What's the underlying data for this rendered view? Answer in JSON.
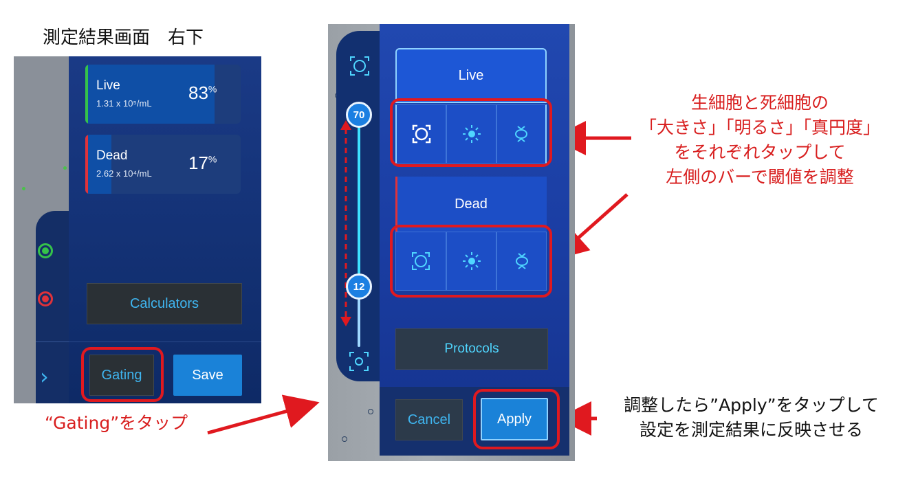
{
  "captions": {
    "left_title": "測定結果画面　右下",
    "gating_instruction": "“Gating”をタップ",
    "threshold_instruction": [
      "生細胞と死細胞の",
      "「大きさ」「明るさ」「真円度」",
      "をそれぞれタップして",
      "左側のバーで閾値を調整"
    ],
    "apply_instruction": [
      "調整したら”Apply”をタップして",
      "設定を測定結果に反映させる"
    ]
  },
  "results_screen": {
    "live": {
      "label": "Live",
      "concentration": "1.31 x 10⁵/mL",
      "percent_value": "83",
      "percent_unit": "%",
      "fill_fraction": 0.83
    },
    "dead": {
      "label": "Dead",
      "concentration": "2.62 x 10⁴/mL",
      "percent_value": "17",
      "percent_unit": "%",
      "fill_fraction": 0.17
    },
    "calculators_label": "Calculators",
    "gating_label": "Gating",
    "save_label": "Save",
    "expand_icon": "›"
  },
  "gating_screen": {
    "live_label": "Live",
    "dead_label": "Dead",
    "slider_upper": "70",
    "slider_lower": "12",
    "protocols_label": "Protocols",
    "cancel_label": "Cancel",
    "apply_label": "Apply",
    "filter_icons": [
      "size-icon",
      "brightness-icon",
      "circularity-icon"
    ]
  },
  "colors": {
    "highlight_red": "#e0191f",
    "annotation_red": "#d81e1e",
    "live_green": "#35c24a",
    "dead_red": "#e0323a",
    "accent_cyan": "#3fb5f0"
  }
}
